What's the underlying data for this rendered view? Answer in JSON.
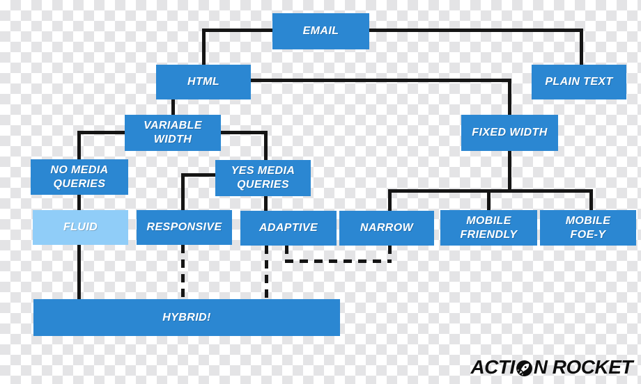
{
  "colors": {
    "box_blue": "#2b87d2",
    "box_light_blue": "#90cdf8",
    "line": "#151515",
    "text": "#ffffff",
    "logo": "#0e0e0e",
    "checker_dark": "#e4e4e6",
    "checker_light": "#ffffff"
  },
  "nodes": {
    "email": {
      "label": "EMAIL"
    },
    "html": {
      "label": "HTML"
    },
    "plain_text": {
      "label": "PLAIN TEXT"
    },
    "variable_width": {
      "lines": [
        "VARIABLE",
        "WIDTH"
      ]
    },
    "fixed_width": {
      "label": "FIXED WIDTH"
    },
    "no_media_queries": {
      "lines": [
        "NO MEDIA",
        "QUERIES"
      ]
    },
    "yes_media_queries": {
      "lines": [
        "YES MEDIA",
        "QUERIES"
      ]
    },
    "fluid": {
      "label": "FLUID"
    },
    "responsive": {
      "label": "RESPONSIVE"
    },
    "adaptive": {
      "label": "ADAPTIVE"
    },
    "narrow": {
      "label": "NARROW"
    },
    "mobile_friendly": {
      "lines": [
        "MOBILE",
        "FRIENDLY"
      ]
    },
    "mobile_foe_y": {
      "lines": [
        "MOBILE",
        "FOE-Y"
      ]
    },
    "hybrid": {
      "label": "HYBRID!"
    }
  },
  "logo": {
    "full_text": "ACTION ROCKET",
    "part1": "ACTI",
    "part2": "N ROCKET",
    "icon": "rocket-in-circle-icon"
  }
}
